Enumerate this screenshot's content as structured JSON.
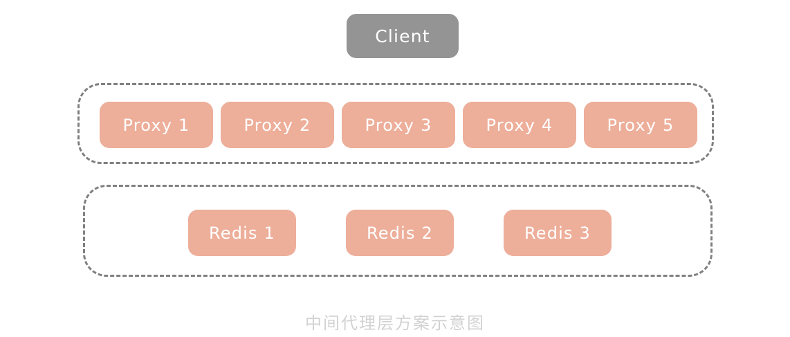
{
  "diagram": {
    "caption": "中间代理层方案示意图",
    "colors": {
      "client_fill": "#949494",
      "node_fill": "#edae9a",
      "group_border": "#808080",
      "node_text": "#ffffff",
      "caption_text": "#d2d2d2",
      "background": "#ffffff"
    },
    "client": {
      "label": "Client"
    },
    "proxy_group": {
      "nodes": [
        {
          "label": "Proxy 1"
        },
        {
          "label": "Proxy 2"
        },
        {
          "label": "Proxy 3"
        },
        {
          "label": "Proxy 4"
        },
        {
          "label": "Proxy 5"
        }
      ]
    },
    "redis_group": {
      "nodes": [
        {
          "label": "Redis 1"
        },
        {
          "label": "Redis 2"
        },
        {
          "label": "Redis 3"
        }
      ]
    }
  }
}
